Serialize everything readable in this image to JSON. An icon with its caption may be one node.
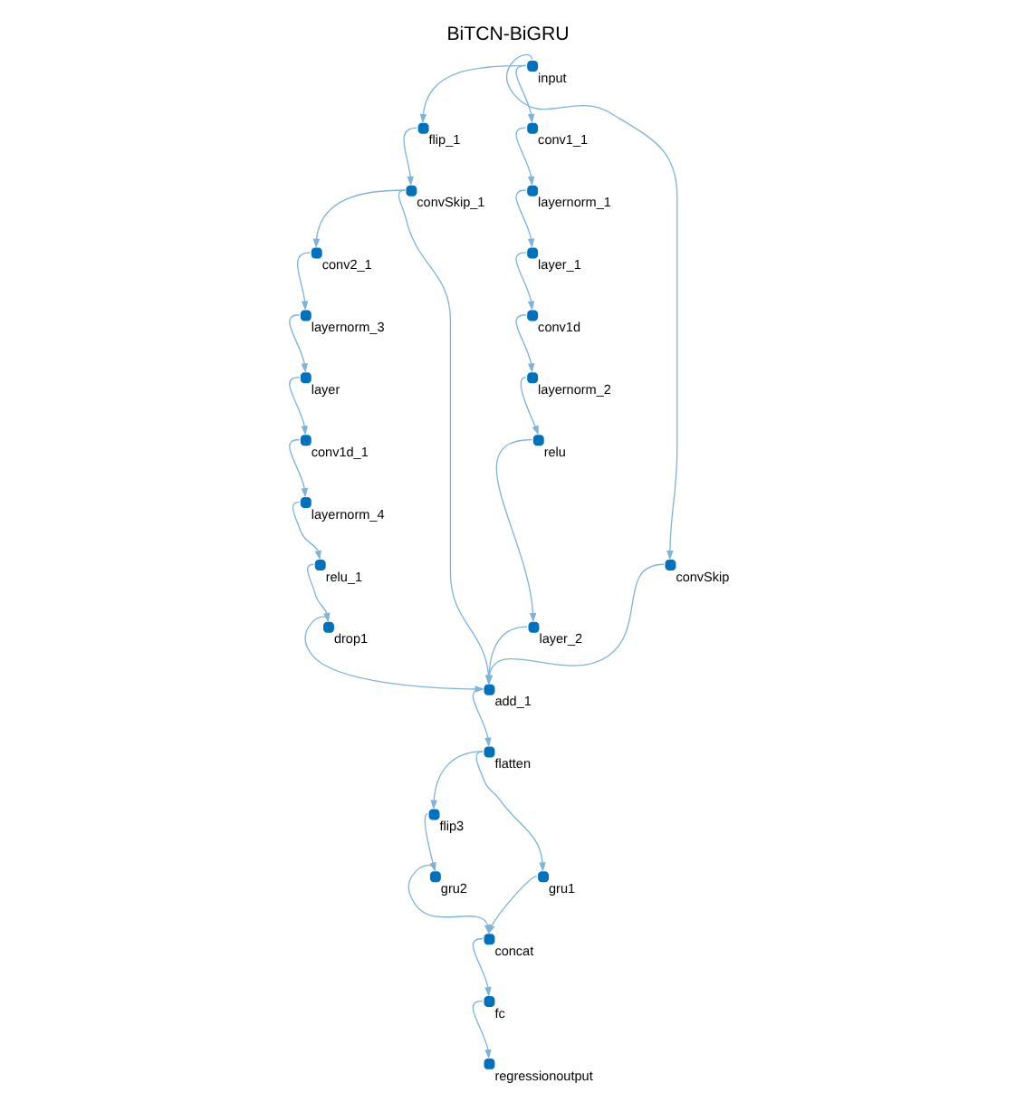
{
  "diagram": {
    "title": "BiTCN-BiGRU",
    "nodes": [
      {
        "text": [],
        "shape": "circle",
        "beside": [
          "input"
        ]
      },
      {
        "text": [],
        "shape": "circle",
        "beside": [
          "flip_1"
        ]
      },
      {
        "text": [],
        "shape": "circle",
        "beside": [
          "convSkip_1"
        ]
      },
      {
        "text": [],
        "shape": "circle",
        "beside": [
          "conv2_1"
        ]
      },
      {
        "text": [],
        "shape": "circle",
        "beside": [
          "layernorm_3"
        ]
      },
      {
        "text": [],
        "shape": "circle",
        "beside": [
          "layer"
        ]
      },
      {
        "text": [],
        "shape": "circle",
        "beside": [
          "conv1d_1"
        ]
      },
      {
        "text": [],
        "shape": "circle",
        "beside": [
          "layernorm_4"
        ]
      },
      {
        "text": [],
        "shape": "circle",
        "beside": [
          "relu_1"
        ]
      },
      {
        "text": [],
        "shape": "circle",
        "beside": [
          "drop1"
        ]
      },
      {
        "text": [],
        "shape": "circle",
        "beside": [
          "conv1_1"
        ]
      },
      {
        "text": [],
        "shape": "circle",
        "beside": [
          "layernorm_1"
        ]
      },
      {
        "text": [],
        "shape": "circle",
        "beside": [
          "layer_1"
        ]
      },
      {
        "text": [],
        "shape": "circle",
        "beside": [
          "conv1d"
        ]
      },
      {
        "text": [],
        "shape": "circle",
        "beside": [
          "layernorm_2"
        ]
      },
      {
        "text": [],
        "shape": "circle",
        "beside": [
          "relu"
        ]
      },
      {
        "text": [],
        "shape": "circle",
        "beside": [
          "layer_2"
        ]
      },
      {
        "text": [],
        "shape": "circle",
        "beside": [
          "convSkip"
        ]
      },
      {
        "text": [],
        "shape": "circle",
        "beside": [
          "add_1"
        ]
      },
      {
        "text": [],
        "shape": "circle",
        "beside": [
          "flatten"
        ]
      },
      {
        "text": [],
        "shape": "circle",
        "beside": [
          "flip3"
        ]
      },
      {
        "text": [],
        "shape": "circle",
        "beside": [
          "gru2"
        ]
      },
      {
        "text": [],
        "shape": "circle",
        "beside": [
          "gru1"
        ]
      },
      {
        "text": [],
        "shape": "circle",
        "beside": [
          "concat"
        ]
      },
      {
        "text": [],
        "shape": "circle",
        "beside": [
          "fc"
        ]
      },
      {
        "text": [],
        "shape": "circle",
        "beside": [
          "regressionoutput"
        ]
      }
    ],
    "edges": [
      {
        "from": 0,
        "to": 1,
        "arrow": "to"
      },
      {
        "from": 0,
        "to": 10,
        "arrow": "to"
      },
      {
        "from": 0,
        "to": 17,
        "arrow": "to"
      },
      {
        "from": 1,
        "to": 2,
        "arrow": "to"
      },
      {
        "from": 2,
        "to": 3,
        "arrow": "to"
      },
      {
        "from": 2,
        "to": 18,
        "arrow": "to"
      },
      {
        "from": 3,
        "to": 4,
        "arrow": "to"
      },
      {
        "from": 4,
        "to": 5,
        "arrow": "to"
      },
      {
        "from": 5,
        "to": 6,
        "arrow": "to"
      },
      {
        "from": 6,
        "to": 7,
        "arrow": "to"
      },
      {
        "from": 7,
        "to": 8,
        "arrow": "to"
      },
      {
        "from": 8,
        "to": 9,
        "arrow": "to"
      },
      {
        "from": 9,
        "to": 18,
        "arrow": "to"
      },
      {
        "from": 10,
        "to": 11,
        "arrow": "to"
      },
      {
        "from": 11,
        "to": 12,
        "arrow": "to"
      },
      {
        "from": 12,
        "to": 13,
        "arrow": "to"
      },
      {
        "from": 13,
        "to": 14,
        "arrow": "to"
      },
      {
        "from": 14,
        "to": 15,
        "arrow": "to"
      },
      {
        "from": 15,
        "to": 16,
        "arrow": "to"
      },
      {
        "from": 16,
        "to": 18,
        "arrow": "to"
      },
      {
        "from": 17,
        "to": 18,
        "arrow": "to"
      },
      {
        "from": 18,
        "to": 19,
        "arrow": "to"
      },
      {
        "from": 19,
        "to": 20,
        "arrow": "to"
      },
      {
        "from": 19,
        "to": 22,
        "arrow": "to"
      },
      {
        "from": 20,
        "to": 21,
        "arrow": "to"
      },
      {
        "from": 21,
        "to": 23,
        "arrow": "to"
      },
      {
        "from": 22,
        "to": 23,
        "arrow": "to"
      },
      {
        "from": 23,
        "to": 24,
        "arrow": "to"
      },
      {
        "from": 24,
        "to": 25,
        "arrow": "to"
      }
    ]
  }
}
